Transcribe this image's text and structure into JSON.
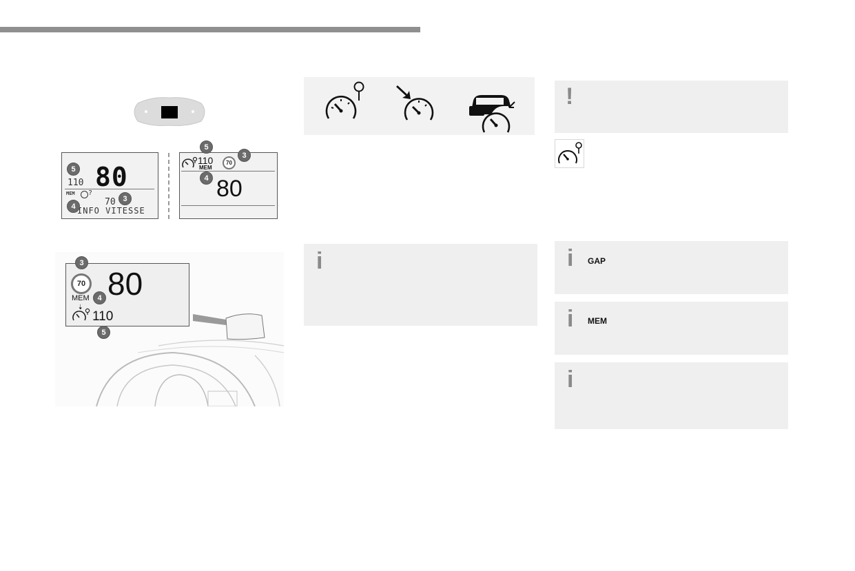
{
  "lcd_display": {
    "speed": "80",
    "memorized_speed": "110",
    "mem_line": "MEM",
    "question": "?",
    "limit_value": "70",
    "info_text": "INFO VITESSE"
  },
  "matrix_display": {
    "memorized_speed": "110",
    "mem_label": "MEM",
    "limit_value": "70",
    "speed": "80"
  },
  "hud_display": {
    "limit_value": "70",
    "speed": "80",
    "mem_label": "MEM",
    "memorized_speed": "110"
  },
  "badges": {
    "b3": "3",
    "b4": "4",
    "b5": "5"
  },
  "notes": {
    "warning_mark": "!",
    "info_mark": "i",
    "gap_label": "GAP",
    "mem_label": "MEM"
  },
  "icons": {
    "speed_limiter_memory": "speedometer-pin-icon",
    "speed_set": "speedometer-arrow-icon",
    "adaptive_cruise": "car-speedometer-icon"
  },
  "colors": {
    "header_bar": "#8f8f8f",
    "note_background": "#efefef",
    "badge": "#6b6b6b"
  }
}
